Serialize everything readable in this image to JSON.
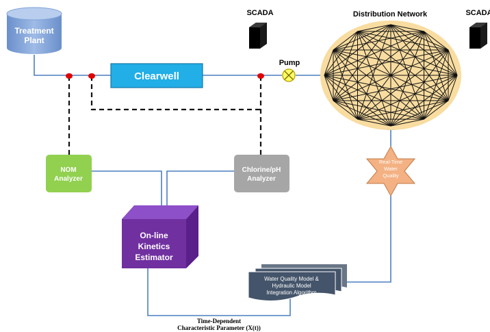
{
  "treatment_plant": {
    "line1": "Treatment",
    "line2": "Plant"
  },
  "clearwell": {
    "label": "Clearwell"
  },
  "pump": {
    "label": "Pump"
  },
  "scada_left": {
    "label": "SCADA"
  },
  "scada_right": {
    "label": "SCADA"
  },
  "distribution_network": {
    "title": "Distribution Network"
  },
  "nom_analyzer": {
    "line1": "NOM",
    "line2": "Analyzer"
  },
  "chlorine_analyzer": {
    "line1": "Chlorine/pH",
    "line2": "Analyzer"
  },
  "kinetics_estimator": {
    "line1": "On-line",
    "line2": "Kinetics",
    "line3": "Estimator"
  },
  "realtime_quality": {
    "line1": "Real-Time",
    "line2": "Water",
    "line3": "Quality"
  },
  "integration_doc": {
    "line1": "Water Quality Model &",
    "line2": "Hydraulic Model",
    "line3": "Integration Algorithm"
  },
  "time_param": {
    "line1": "Time-Dependent",
    "line2": "Characteristic Parameter (X(t))"
  },
  "colors": {
    "blue_cylinder": "#7fa3d8",
    "clearwell": "#22aee6",
    "flow_line": "#4a7fbf",
    "network_fill": "#f8dca0",
    "nom": "#92d050",
    "chlorine": "#a6a6a6",
    "kinetics": "#7030a0",
    "star": "#f4b183",
    "document": "#44546a",
    "sensor_dot": "#e00000",
    "pump": "#ffff66"
  }
}
